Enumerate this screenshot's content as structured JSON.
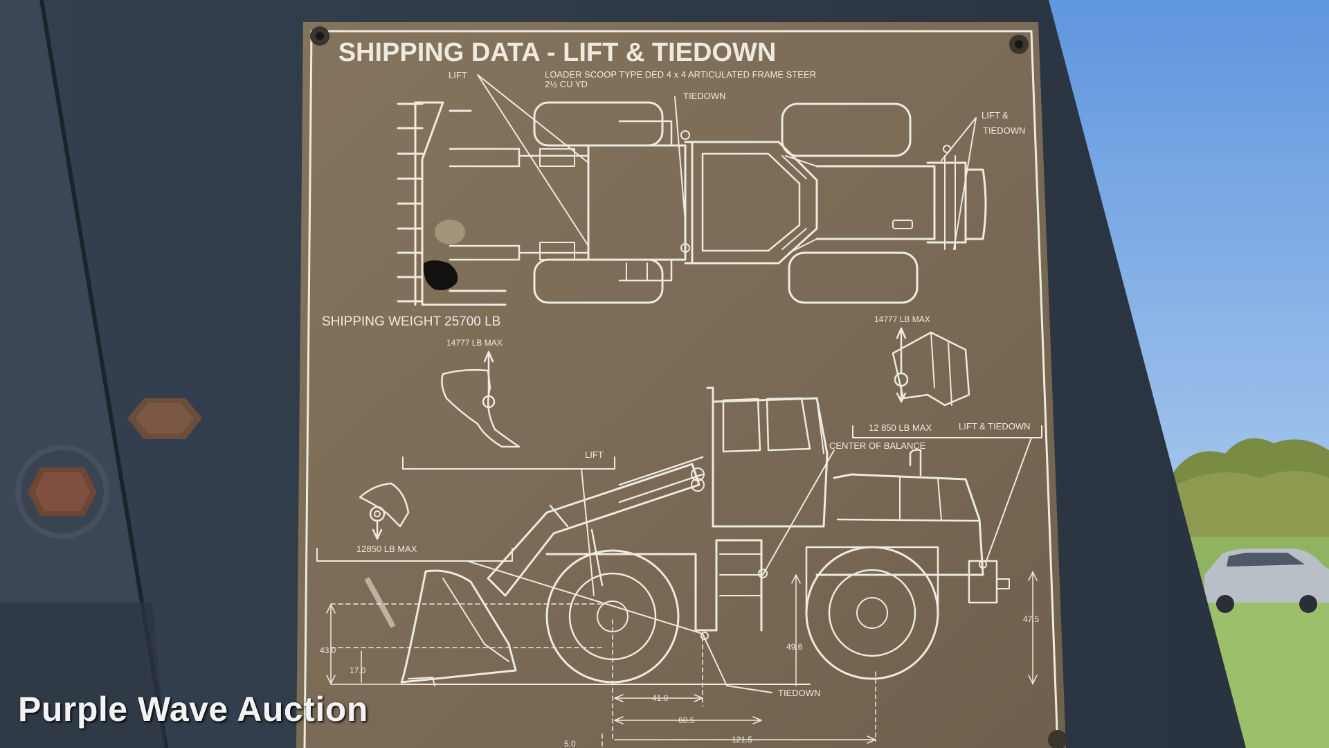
{
  "plate": {
    "title": "SHIPPING DATA - LIFT & TIEDOWN",
    "subtitle_line1": "LOADER SCOOP TYPE DED 4 x 4 ARTICULATED FRAME STEER",
    "subtitle_line2": "2½ CU YD",
    "shipping_weight": "SHIPPING WEIGHT 25700 LB"
  },
  "top_view_labels": {
    "lift": "LIFT",
    "tiedown": "TIEDOWN",
    "lift_and": "LIFT &",
    "tiedown_rear": "TIEDOWN"
  },
  "detail_labels": {
    "front_lift_max": "14777 LB MAX",
    "front_tiedown_max": "12850 LB MAX",
    "lift": "LIFT",
    "rear_lift_max": "14777 LB MAX",
    "rear_tiedown_max": "12 850 LB MAX",
    "lift_and_tiedown": "LIFT & TIEDOWN",
    "center_of_balance": "CENTER OF BALANCE",
    "tiedown_bottom": "TIEDOWN"
  },
  "dimensions": {
    "d_43_0": "43.0",
    "d_17_0": "17.0",
    "d_49_6": "49.6",
    "d_47_5": "47.5",
    "d_41_0": "41.0",
    "d_60_5": "60.5",
    "d_121_5": "121.5",
    "d_5_0": "5.0"
  },
  "watermark": "Purple Wave Auction",
  "colors": {
    "sky": "#8fb8ea",
    "panel": "#2e3846",
    "plate": "#7d6d58",
    "engraving": "#eeeadf"
  }
}
